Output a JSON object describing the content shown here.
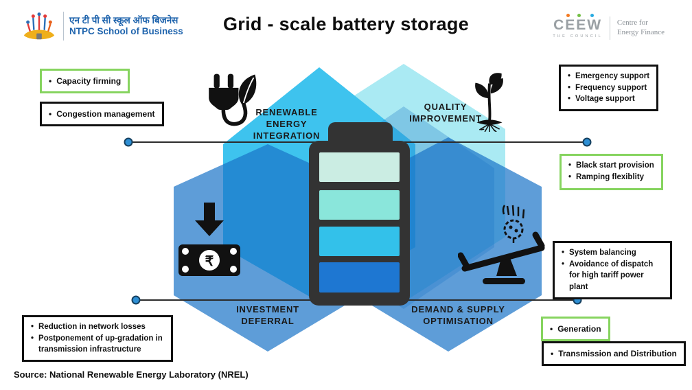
{
  "header": {
    "title": "Grid - scale battery storage",
    "ntpc": {
      "hindi_name": "एन टी पी सी स्कूल ऑफ बिजनेस",
      "english_name": "NTPC School of Business"
    },
    "ceew": {
      "brand": "CEEW",
      "sub_brand": "THE COUNCIL",
      "tagline_line1": "Centre for",
      "tagline_line2": "Energy Finance"
    }
  },
  "diagram": {
    "labels": {
      "renewable": "RENEWABLE\nENERGY\nINTEGRATION",
      "quality": "QUALITY\nIMPROVEMENT",
      "investment": "INVESTMENT\nDEFERRAL",
      "demand": "DEMAND & SUPPLY\nOPTIMISATION"
    },
    "icons": {
      "top_left": "plug-with-leaf",
      "top_right": "sapling-with-roots",
      "mid_left": "cash-inflow-rupee-note",
      "mid_right": "seesaw-with-falling-coin",
      "center": "battery-charge-levels"
    },
    "rupee_symbol": "₹"
  },
  "callouts": {
    "capacity": {
      "style": "green",
      "items": [
        "Capacity firming"
      ]
    },
    "congestion": {
      "style": "black",
      "items": [
        "Congestion management"
      ]
    },
    "emergency": {
      "style": "black",
      "items": [
        "Emergency support",
        "Frequency support",
        "Voltage support"
      ]
    },
    "blackstart": {
      "style": "green",
      "items": [
        "Black start provision",
        "Ramping flexiblity"
      ]
    },
    "system": {
      "style": "black",
      "items": [
        "System balancing",
        "Avoidance of dispatch for high tariff power plant"
      ]
    },
    "generation": {
      "style": "green",
      "items": [
        "Generation"
      ]
    },
    "transmission": {
      "style": "black",
      "items": [
        "Transmission and Distribution"
      ]
    },
    "reduction": {
      "style": "black",
      "items": [
        "Reduction in network losses",
        "Postponement  of up-gradation in transmission infrastructure"
      ]
    }
  },
  "source": "Source: National Renewable Energy Laboratory (NREL)",
  "colors": {
    "hex_pale_cyan": "#AAEAF3",
    "hex_bright_cyan": "#3EC3EE",
    "hex_mid_overlay": "rgba(30,120,200,0.30)",
    "hex_blue": "rgba(25,115,200,0.70)",
    "connector_line": "#2b2b2b",
    "connector_dot_fill": "#2E8FD4",
    "connector_dot_ring": "#16405F",
    "battery_body": "#333333",
    "battery_cells": [
      "#CBEDE3",
      "#8AE6DB",
      "#33C1EA",
      "#1E77D2"
    ],
    "green_border": "#86D45F",
    "black_border": "#111111",
    "ntpc_blue": "#1F64AD",
    "ntpc_mound_gold": "#EFAF1B",
    "ceew_gray": "#9AA0A4",
    "ceew_dot_orange": "#F47920",
    "ceew_dot_green": "#72BF44",
    "ceew_dot_blue": "#27AAE1",
    "icon_black": "#111111"
  }
}
